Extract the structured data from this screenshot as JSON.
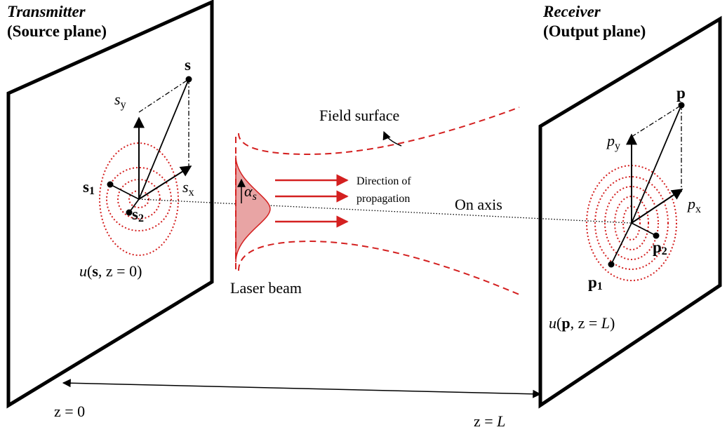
{
  "transmitter": {
    "title": "Transmitter",
    "subtitle": "(Source plane)",
    "point_s": "s",
    "sy": {
      "base": "s",
      "sub": "y"
    },
    "sx": {
      "base": "s",
      "sub": "x"
    },
    "s1": {
      "base": "s",
      "sub": "1"
    },
    "s2": {
      "base": "s",
      "sub": "2"
    },
    "field": {
      "u": "u",
      "open": "(",
      "vec": "s",
      "rest": ", z = 0)"
    }
  },
  "receiver": {
    "title": "Receiver",
    "subtitle": "(Output plane)",
    "point_p": "p",
    "py": {
      "base": "p",
      "sub": "y"
    },
    "px": {
      "base": "p",
      "sub": "x"
    },
    "p1": {
      "base": "p",
      "sub": "1"
    },
    "p2": {
      "base": "p",
      "sub": "2"
    },
    "field": {
      "u": "u",
      "open": "(",
      "vec": "p",
      "rest": ", z = ",
      "L": "L",
      "close": ")"
    }
  },
  "beam": {
    "field_surface": "Field surface",
    "direction_line1": "Direction of",
    "direction_line2": "propagation",
    "on_axis": "On axis",
    "laser_beam": "Laser beam",
    "alpha": {
      "base": "α",
      "sub": "s"
    }
  },
  "distance": {
    "z0": "z = 0",
    "zL_prefix": "z = ",
    "zL_var": "L"
  },
  "colors": {
    "beam_red": "#d42020",
    "gaussian_fill": "#e8a4a4",
    "black": "#000000"
  }
}
